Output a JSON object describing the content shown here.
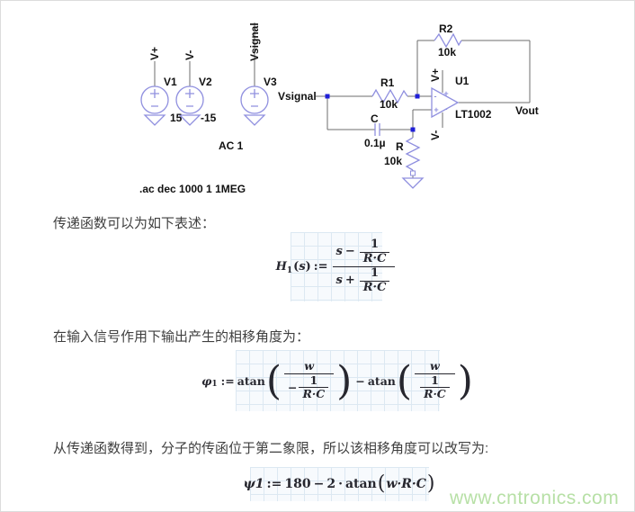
{
  "window": {
    "watermark": "www.cntronics.com"
  },
  "colors": {
    "component_blue": "#8f8fdf",
    "wire_gray": "#6e6e6e",
    "node_blue": "#1f1fd8",
    "label_black": "#111111",
    "watermark_green": "#b7e0a6",
    "grid_blue": "#dce8f2"
  },
  "circuit": {
    "v1": {
      "label": "V1",
      "net": "V+",
      "value": "15"
    },
    "v2": {
      "label": "V2",
      "net": "V-",
      "value": "-15"
    },
    "v3": {
      "label": "V3",
      "net": "Vsignal"
    },
    "ac": "AC 1",
    "directive": ".ac dec 1000 1 1MEG",
    "r1": {
      "label": "R1",
      "value": "10k"
    },
    "r2": {
      "label": "R2",
      "value": "10k"
    },
    "r": {
      "label": "R",
      "value": "10k"
    },
    "c": {
      "label": "C",
      "value": "0.1µ"
    },
    "opamp": {
      "label": "U1",
      "part": "LT1002",
      "vplus": "V+",
      "vminus": "V-",
      "in_minus": "-",
      "in_plus": "+",
      "pwr_plus": "+",
      "pwr_minus": "-"
    },
    "net_in": "Vsignal",
    "net_out": "Vout"
  },
  "paragraphs": {
    "p1": "传递函数可以为如下表述：",
    "p2": "在输入信号作用下输出产生的相移角度为：",
    "p3": "从传递函数得到，分子的传函位于第二象限，所以该相移角度可以改写为:"
  },
  "tok": {
    "H": "H",
    "one": "1",
    "lp": "(",
    "rp": ")",
    "s": "s",
    "def": ":=",
    "minus": "−",
    "plus": "+",
    "RC": "R·C",
    "phi": "φ",
    "atan": "atan",
    "w": "w",
    "psi1": "ψ1",
    "n180": "180",
    "two": "2",
    "dot": "·",
    "wRC": "w·R·C"
  }
}
